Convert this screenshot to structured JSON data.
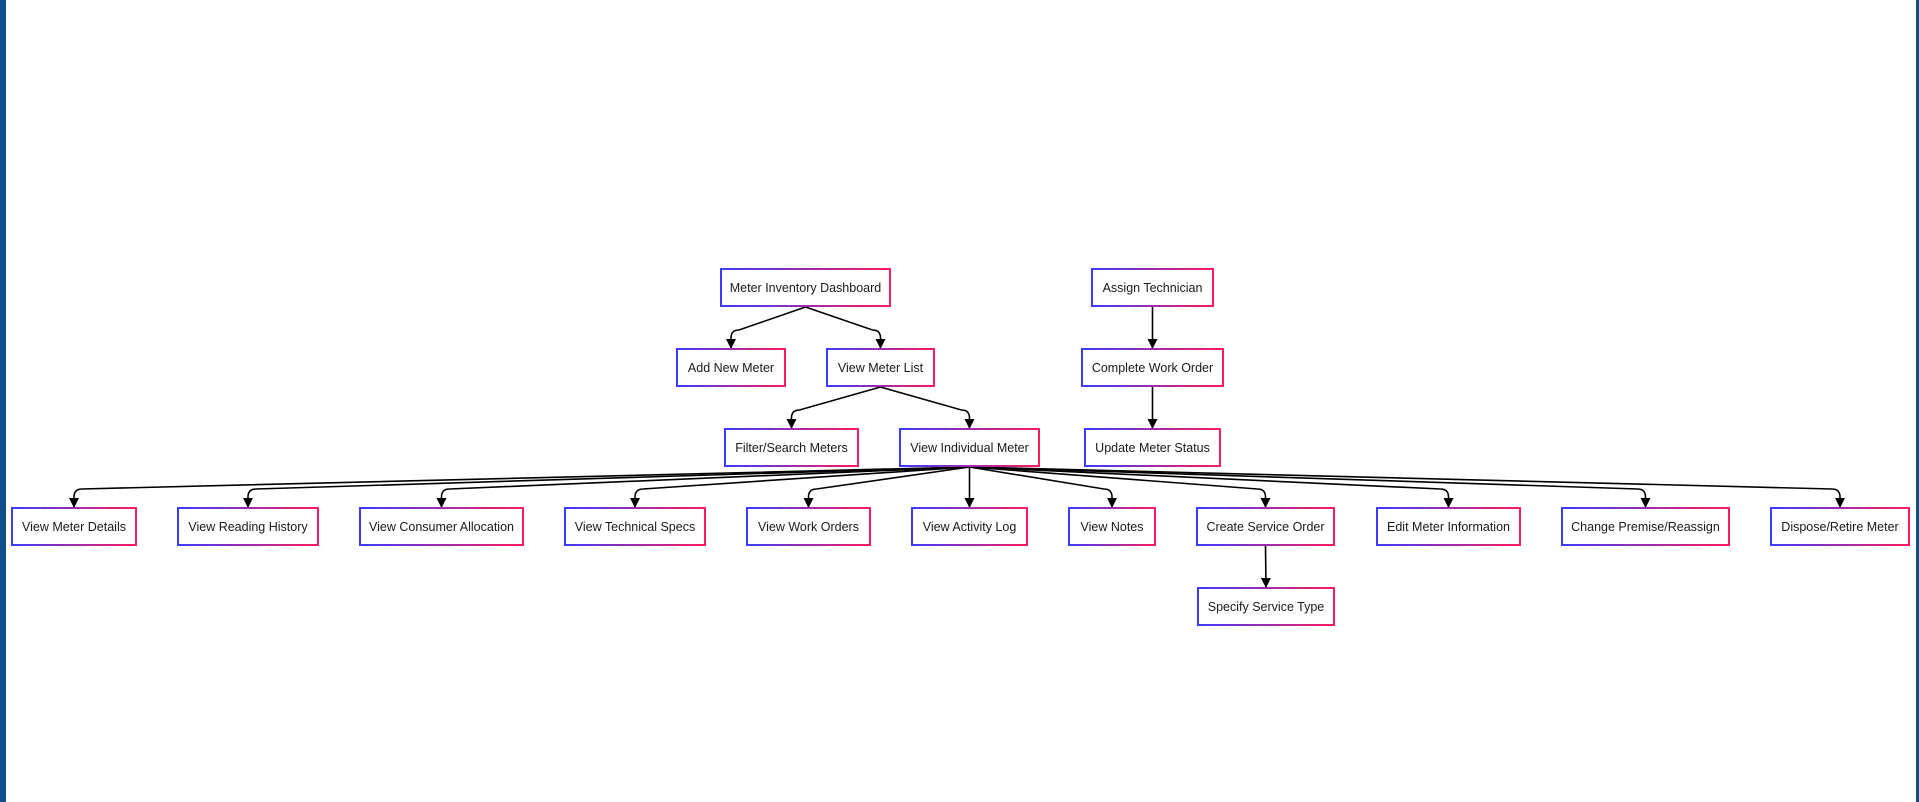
{
  "diagram": {
    "colors": {
      "border_start": "#3b3bff",
      "border_end": "#ff1a5e",
      "edge": "#000000",
      "frame": "#0d4f8b"
    },
    "nodes": {
      "dashboard": "Meter Inventory Dashboard",
      "add_meter": "Add New Meter",
      "meter_list": "View Meter List",
      "filter_search": "Filter/Search Meters",
      "individual_meter": "View Individual Meter",
      "assign_technician": "Assign Technician",
      "complete_work_order": "Complete Work Order",
      "update_status": "Update Meter Status",
      "meter_details": "View Meter Details",
      "reading_history": "View Reading History",
      "consumer_allocation": "View Consumer Allocation",
      "technical_specs": "View Technical Specs",
      "work_orders": "View Work Orders",
      "activity_log": "View Activity Log",
      "notes": "View Notes",
      "create_service_order": "Create Service Order",
      "edit_meter_info": "Edit Meter Information",
      "change_premise": "Change Premise/Reassign",
      "dispose_retire": "Dispose/Retire Meter",
      "specify_service_type": "Specify Service Type"
    },
    "edges": [
      [
        "dashboard",
        "add_meter"
      ],
      [
        "dashboard",
        "meter_list"
      ],
      [
        "meter_list",
        "filter_search"
      ],
      [
        "meter_list",
        "individual_meter"
      ],
      [
        "assign_technician",
        "complete_work_order"
      ],
      [
        "complete_work_order",
        "update_status"
      ],
      [
        "individual_meter",
        "meter_details"
      ],
      [
        "individual_meter",
        "reading_history"
      ],
      [
        "individual_meter",
        "consumer_allocation"
      ],
      [
        "individual_meter",
        "technical_specs"
      ],
      [
        "individual_meter",
        "work_orders"
      ],
      [
        "individual_meter",
        "activity_log"
      ],
      [
        "individual_meter",
        "notes"
      ],
      [
        "individual_meter",
        "create_service_order"
      ],
      [
        "individual_meter",
        "edit_meter_info"
      ],
      [
        "individual_meter",
        "change_premise"
      ],
      [
        "individual_meter",
        "dispose_retire"
      ],
      [
        "create_service_order",
        "specify_service_type"
      ]
    ]
  }
}
